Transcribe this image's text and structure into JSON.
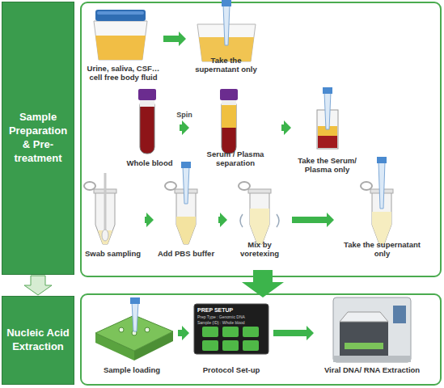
{
  "diagram": {
    "nodes": [
      {
        "text": [
          "Sample Preparation & Pre-treatment"
        ]
      },
      {
        "text": [
          "Urine, saliva, CSF… cell free body fluid"
        ]
      },
      {
        "text": [
          "Take the supernatant only"
        ]
      },
      {
        "text": [
          "Whole blood"
        ]
      },
      {
        "text": [
          "Serum / Plasma separation"
        ]
      },
      {
        "text": [
          "Take the Serum/ Plasma only"
        ]
      },
      {
        "text": [
          "Swab sampling"
        ]
      },
      {
        "text": [
          "Add PBS buffer"
        ]
      },
      {
        "text": [
          "Mix by voretexing"
        ]
      },
      {
        "text": [
          "Take the supernatant only"
        ]
      },
      {
        "text": [
          "Nucleic Acid Extraction"
        ]
      },
      {
        "text": [
          "Sample loading"
        ]
      },
      {
        "text": [
          "Protocol Set-up"
        ]
      },
      {
        "text": [
          "Viral DNA/ RNA Extraction"
        ]
      }
    ],
    "edges": [
      {
        "from": 0,
        "to": 10,
        "arrow": "to"
      },
      {
        "from": 1,
        "to": 2,
        "arrow": "to"
      },
      {
        "from": 3,
        "to": 4,
        "arrow": "to",
        "label": "Spin"
      },
      {
        "from": 4,
        "to": 5,
        "arrow": "to"
      },
      {
        "from": 6,
        "to": 7,
        "arrow": "to"
      },
      {
        "from": 7,
        "to": 8,
        "arrow": "to"
      },
      {
        "from": 8,
        "to": 9,
        "arrow": "to"
      },
      {
        "from": 11,
        "to": 12,
        "arrow": "to"
      },
      {
        "from": 12,
        "to": 13,
        "arrow": "to"
      }
    ],
    "labels": [
      "PREP SETUP",
      "Prep Type : Genomic DNA",
      "Sample (ID) : Whole blood"
    ]
  }
}
